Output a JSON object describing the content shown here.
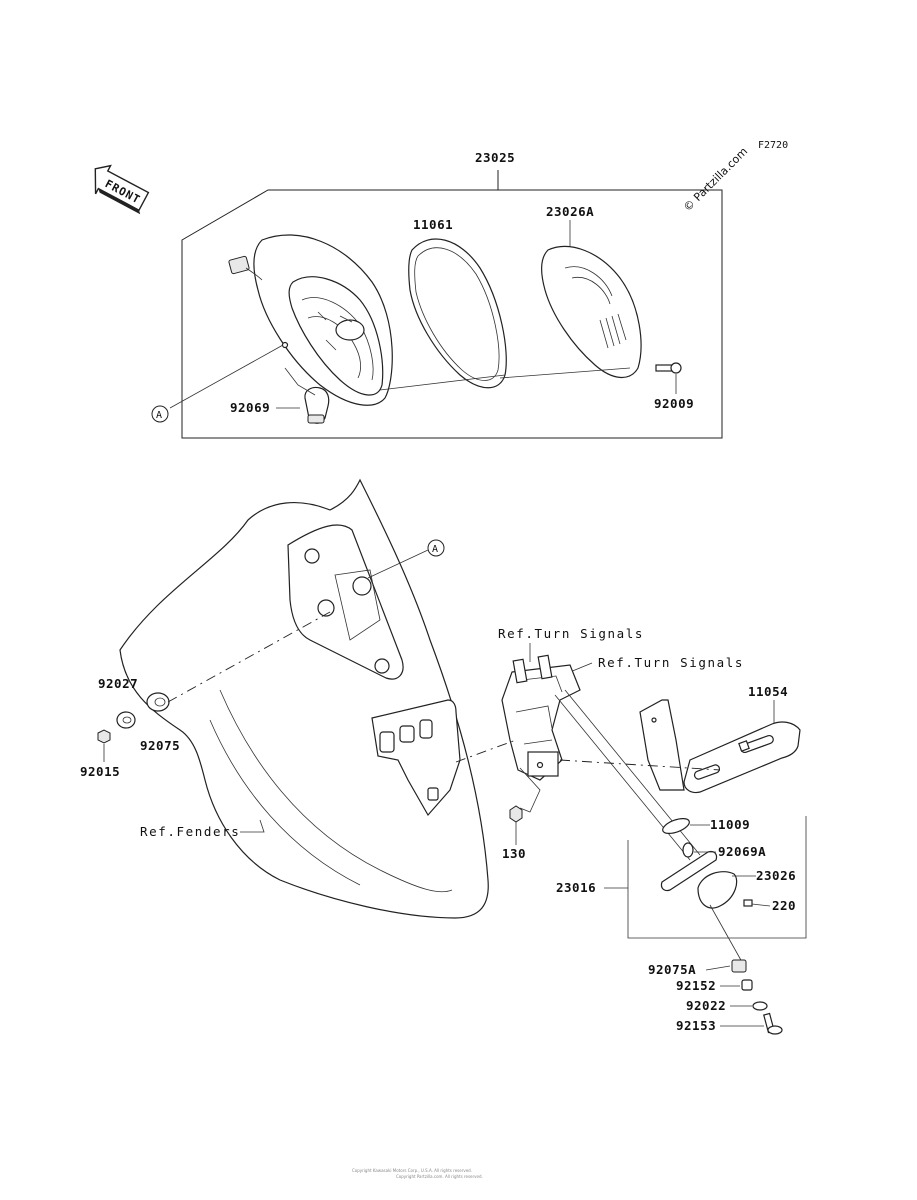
{
  "diagram": {
    "figure_id": "F2720",
    "watermark": "© Partzilla.com",
    "front_marker": "FRONT",
    "ref_markers": {
      "upper": "A",
      "lower": "A"
    },
    "references": {
      "turn_signals_1": "Ref.Turn Signals",
      "turn_signals_2": "Ref.Turn Signals",
      "fenders": "Ref.Fenders"
    },
    "parts": {
      "p23025": "23025",
      "p11061": "11061",
      "p23026A": "23026A",
      "p92069": "92069",
      "p92009": "92009",
      "p92027": "92027",
      "p92075": "92075",
      "p92015": "92015",
      "p11054": "11054",
      "p130": "130",
      "p11009": "11009",
      "p92069A": "92069A",
      "p23026": "23026",
      "p23016": "23016",
      "p220": "220",
      "p92075A": "92075A",
      "p92152": "92152",
      "p92022": "92022",
      "p92153": "92153"
    },
    "footer": {
      "line1": "Copyright Kawasaki Motors Corp., U.S.A. All rights reserved.",
      "line2": "Copyright Partzilla.com. All rights reserved."
    }
  }
}
